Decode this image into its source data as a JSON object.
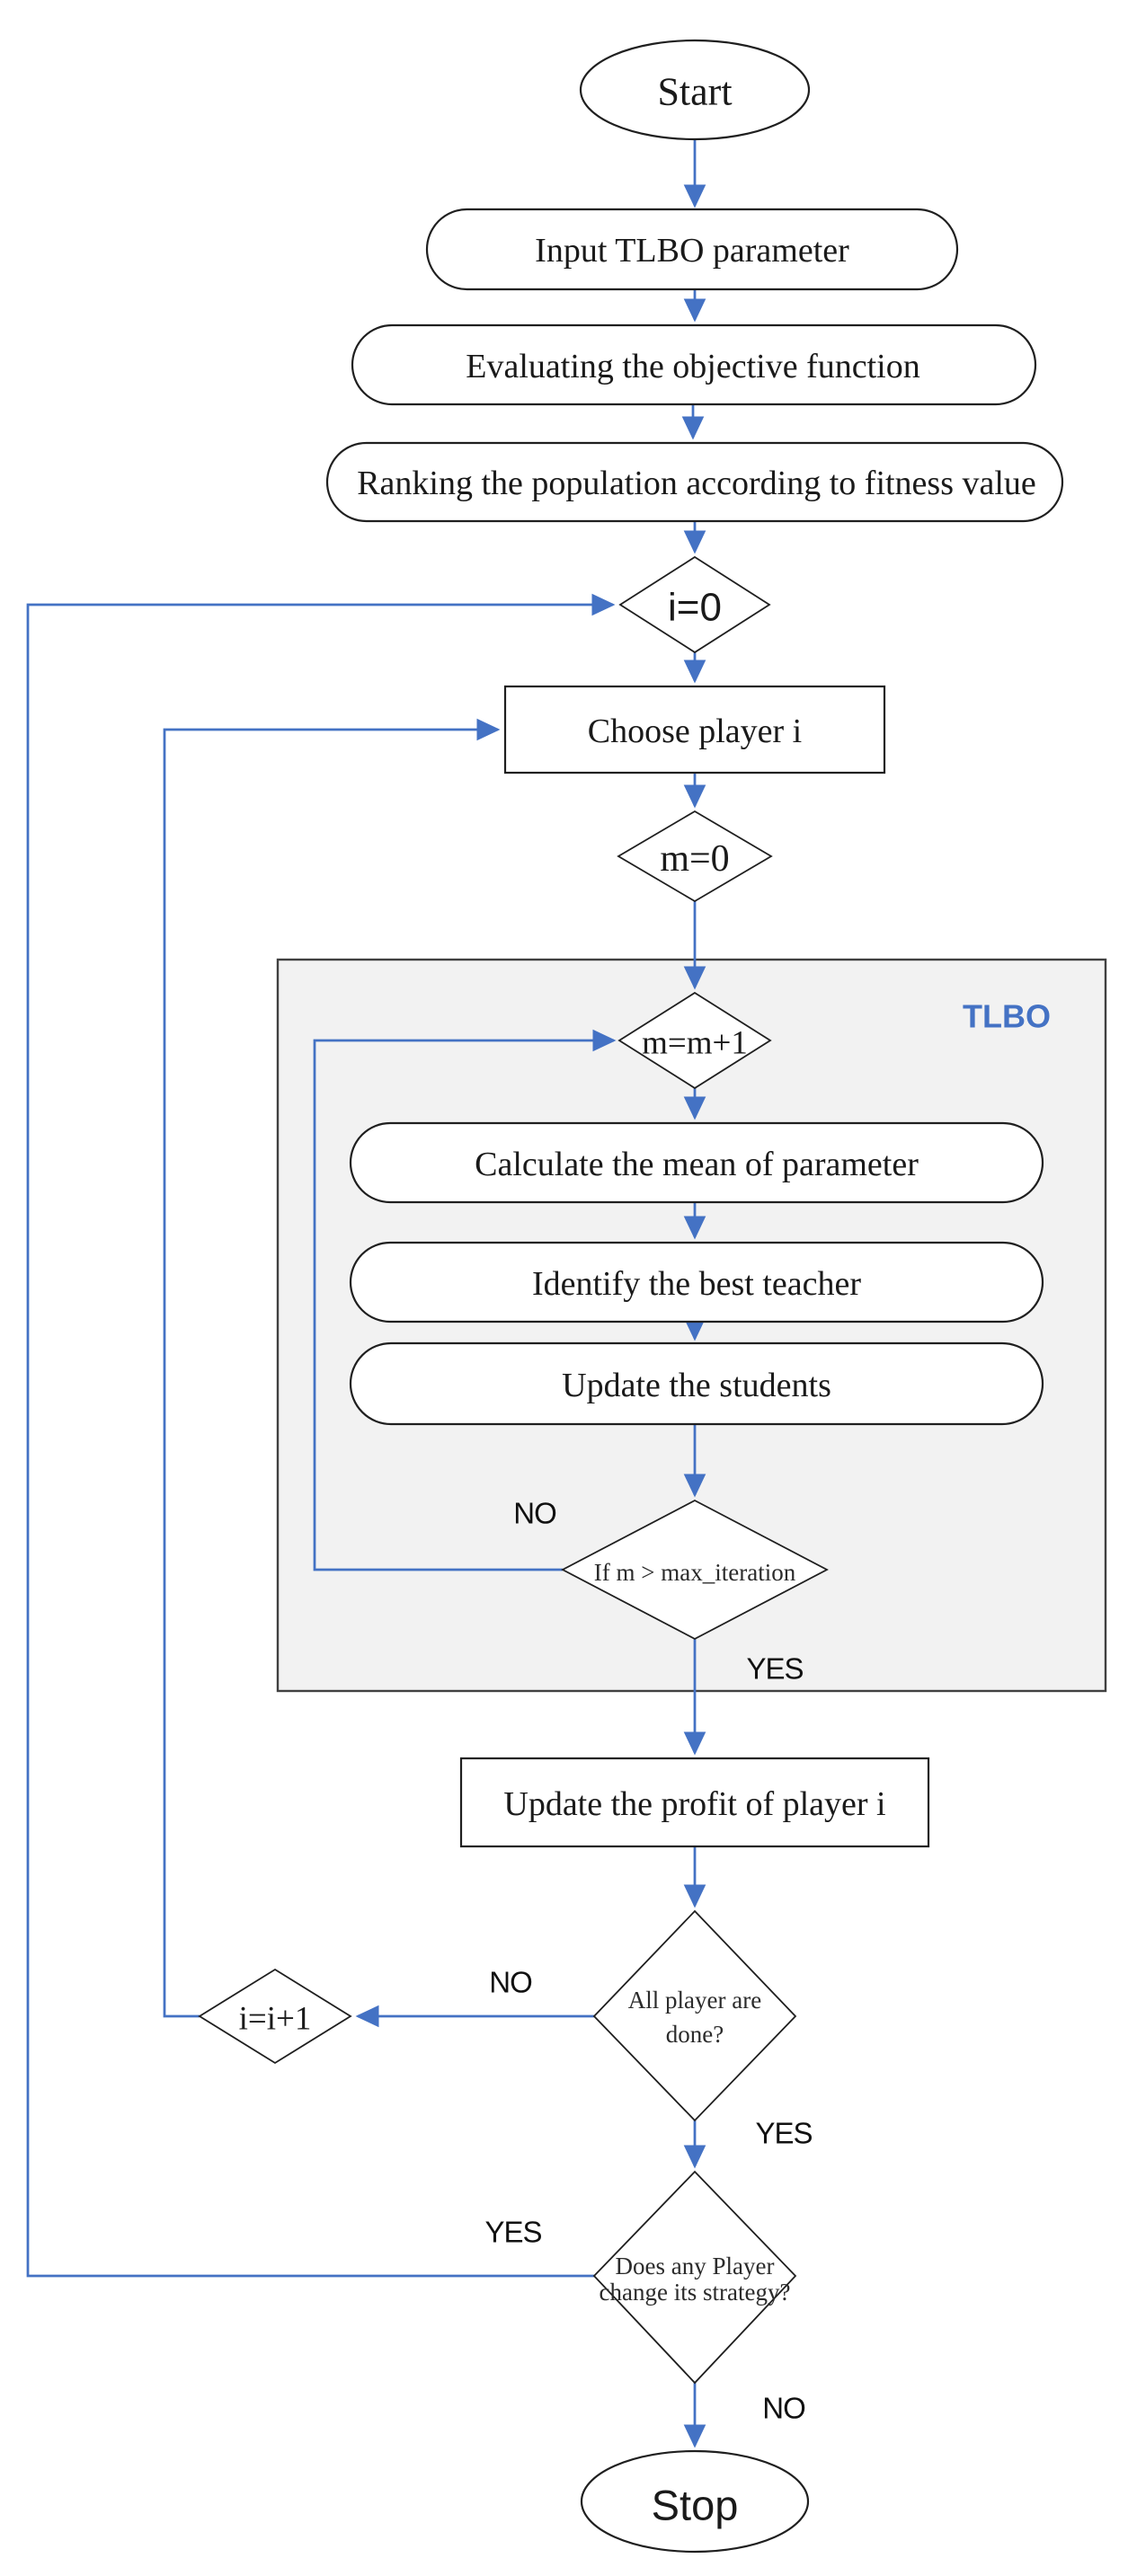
{
  "colors": {
    "connector": "#4472C4",
    "region_fill": "#F2F2F2",
    "region_border": "#404040",
    "shape_border": "#1F1F1F",
    "region_label": "#4472C4",
    "text": "#1A1A1A"
  },
  "region": {
    "label": "TLBO"
  },
  "nodes": {
    "start": "Start",
    "input_parameter": "Input TLBO parameter",
    "evaluate_objective": "Evaluating the objective function",
    "ranking_population": "Ranking the population according to fitness value",
    "init_i": "i=0",
    "choose_player": "Choose player i",
    "init_m": "m=0",
    "increment_m": "m=m+1",
    "calculate_mean": "Calculate the mean of parameter",
    "identify_teacher": "Identify the best teacher",
    "update_students": "Update the students",
    "max_iteration_check": "If m > max_iteration",
    "update_profit": "Update the profit of player i",
    "all_players_done": {
      "line1": "All player are",
      "line2": "done?"
    },
    "increment_i": "i=i+1",
    "strategy_change": {
      "line1": "Does any Player",
      "line2": "change its strategy?"
    },
    "stop": "Stop"
  },
  "edge_labels": {
    "max_iteration_no": "NO",
    "max_iteration_yes": "YES",
    "all_done_no": "NO",
    "all_done_yes": "YES",
    "strategy_yes": "YES",
    "strategy_no": "NO"
  }
}
